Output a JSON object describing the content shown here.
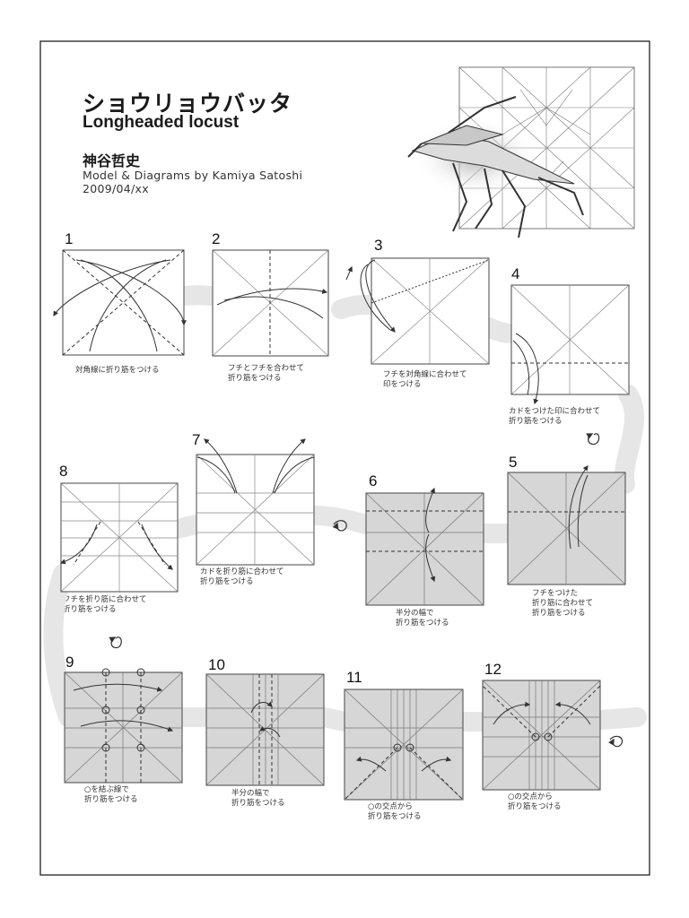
{
  "header": {
    "title_jp": "ショウリョウバッタ",
    "title_en": "Longheaded locust",
    "author_jp": "神谷哲史",
    "credit": "Model & Diagrams by Kamiya Satoshi",
    "date": "2009/04/xx"
  },
  "steps": [
    {
      "number": "1",
      "caption": "対角線に折り筋をつける"
    },
    {
      "number": "2",
      "caption": "フチとフチを合わせて\n折り筋をつける"
    },
    {
      "number": "3",
      "caption": "フチを対角線に合わせて\n印をつける"
    },
    {
      "number": "4",
      "caption": "カドをつけた印に合わせて\n折り筋をつける"
    },
    {
      "number": "5",
      "caption": "フチをつけた\n折り筋に合わせて\n折り筋をつける"
    },
    {
      "number": "6",
      "caption": "半分の幅で\n折り筋をつける"
    },
    {
      "number": "7",
      "caption": "カドを折り筋に合わせて\n折り筋をつける"
    },
    {
      "number": "8",
      "caption": "フチを折り筋に合わせて\n折り筋をつける"
    },
    {
      "number": "9",
      "caption": "○を結ぶ線で\n折り筋をつける"
    },
    {
      "number": "10",
      "caption": "半分の幅で\n折り筋をつける"
    },
    {
      "number": "11",
      "caption": "○の交点から\n折り筋をつける"
    },
    {
      "number": "12",
      "caption": "○の交点から\n折り筋をつける"
    }
  ],
  "colors": {
    "paper_white": "#ffffff",
    "paper_colored": "#d6d6d6",
    "line": "#555555",
    "flow_band": "#e6e6e6"
  }
}
